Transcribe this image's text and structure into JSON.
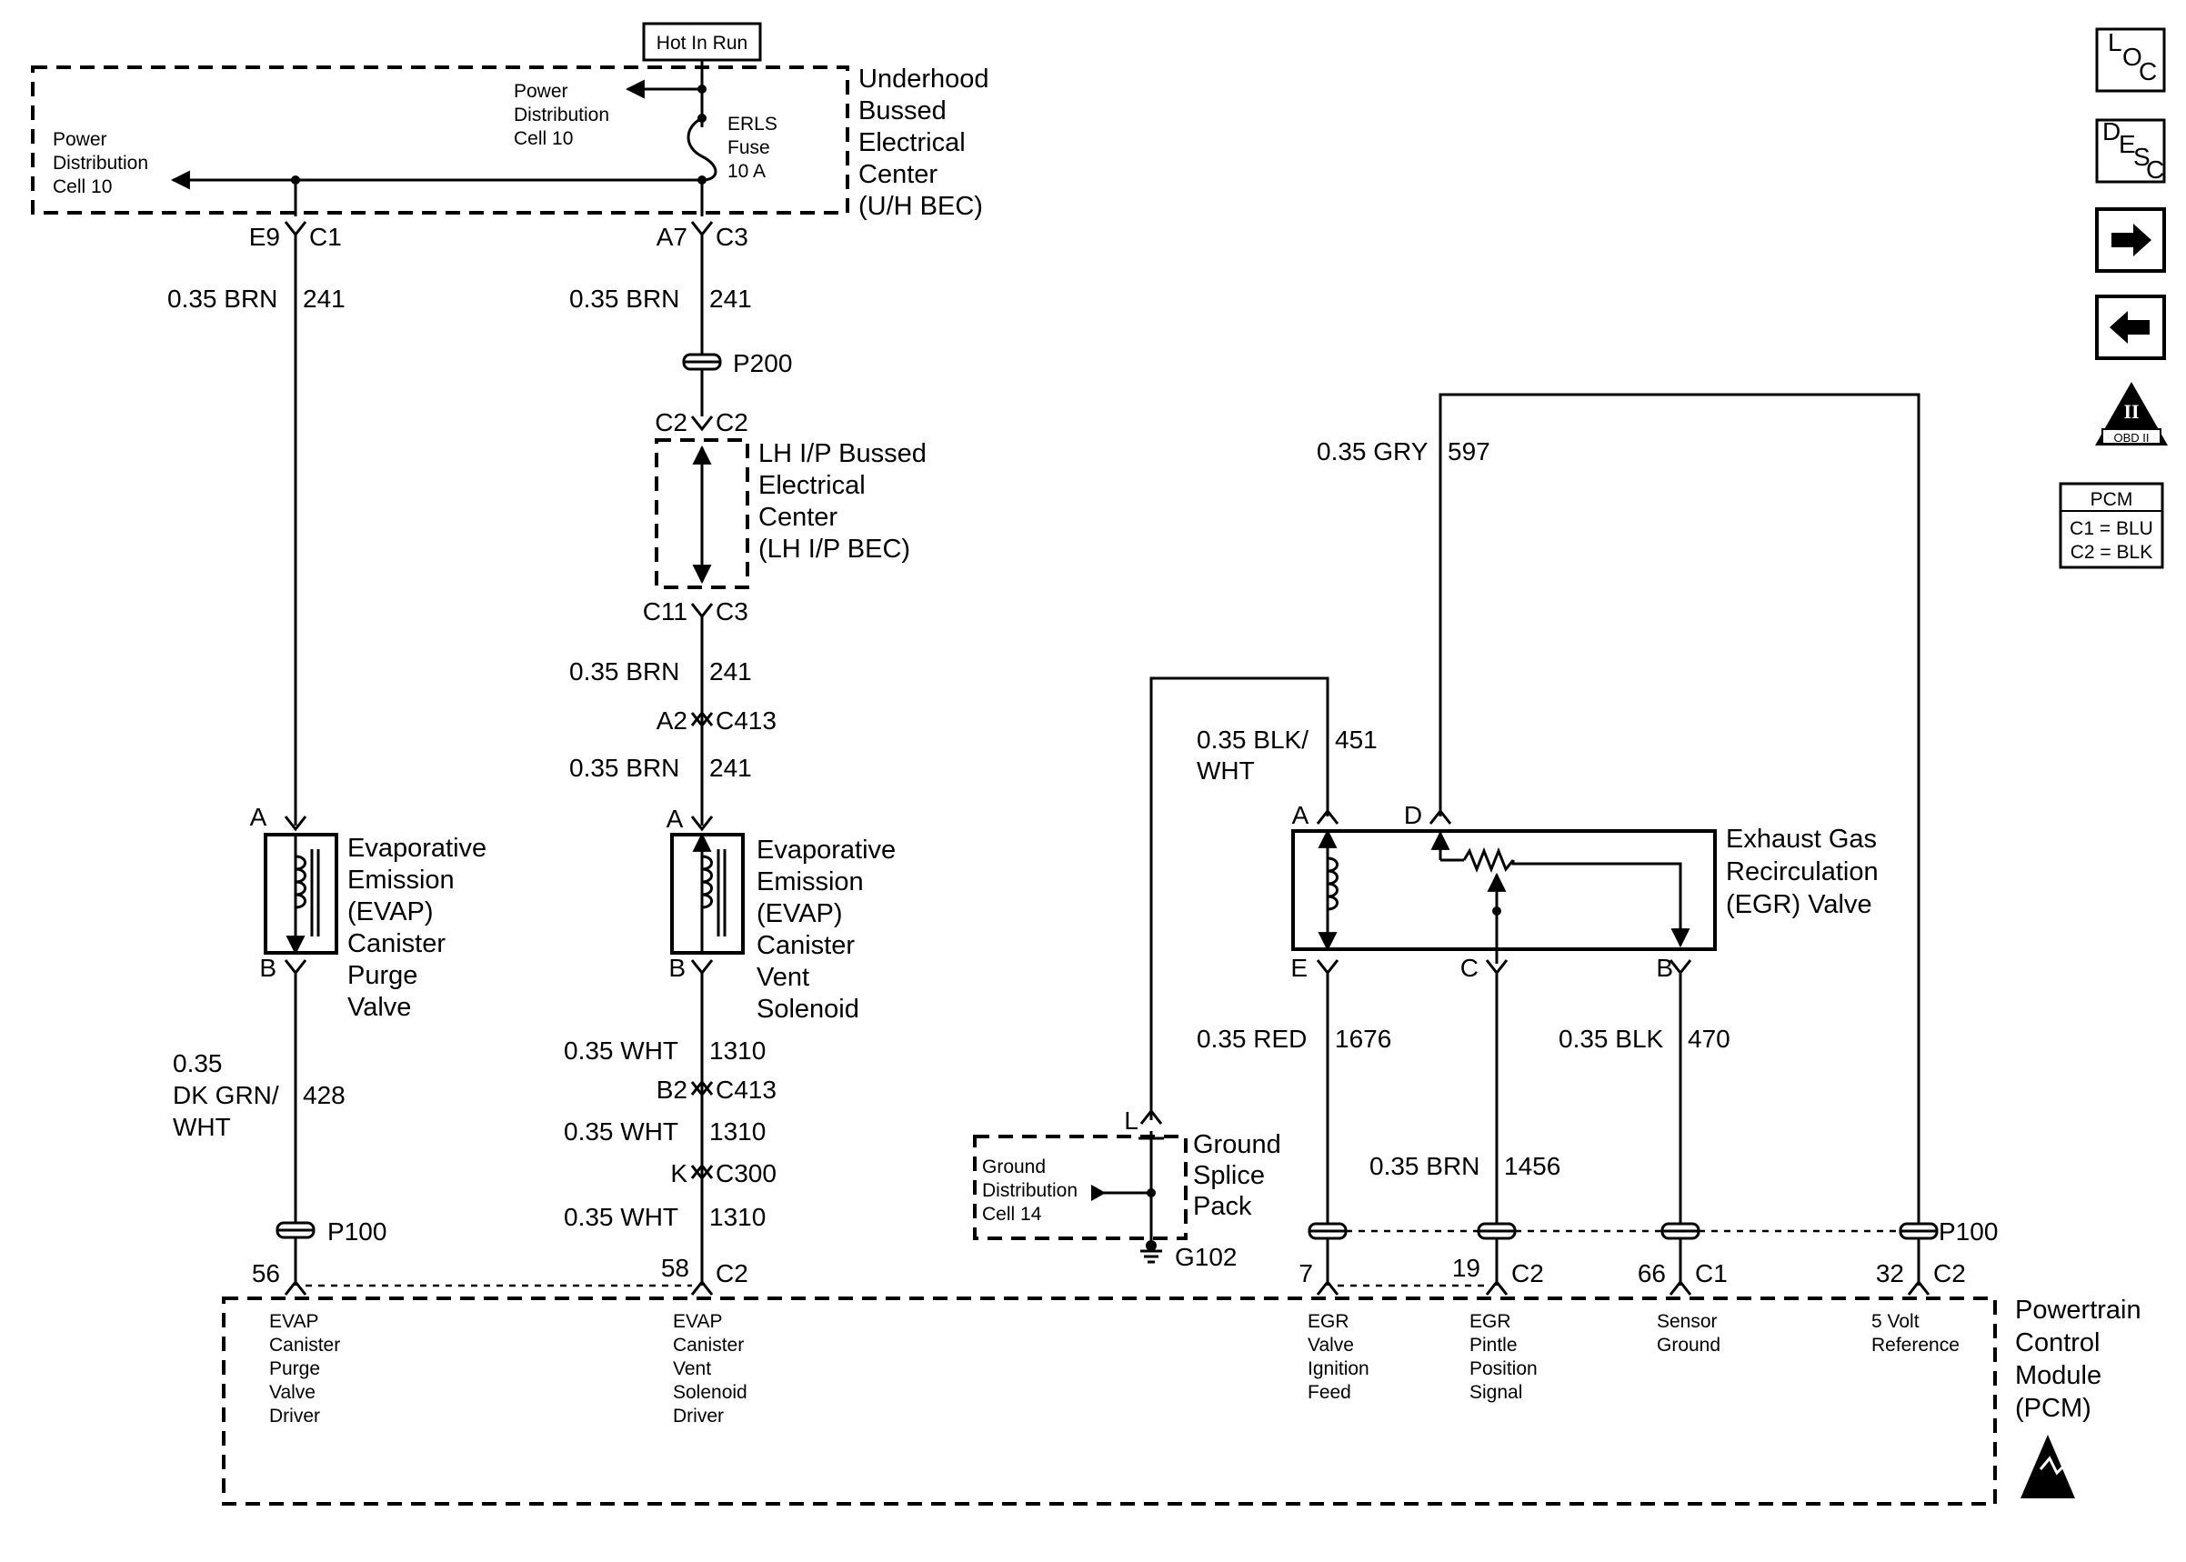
{
  "hot_in_run": "Hot In Run",
  "ubec": {
    "title_lines": [
      "Underhood",
      "Bussed",
      "Electrical",
      "Center",
      "(U/H BEC)"
    ],
    "pd_right_lines": [
      "Power",
      "Distribution",
      "Cell 10"
    ],
    "pd_left_lines": [
      "Power",
      "Distribution",
      "Cell 10"
    ],
    "fuse_lines": [
      "ERLS",
      "Fuse",
      "10 A"
    ],
    "conn_left_a": "E9",
    "conn_left_b": "C1",
    "conn_mid_a": "A7",
    "conn_mid_b": "C3"
  },
  "wires": {
    "left_top": {
      "gauge": "0.35 BRN",
      "circuit": "241"
    },
    "mid_top": {
      "gauge": "0.35 BRN",
      "circuit": "241"
    },
    "mid_2": {
      "gauge": "0.35 BRN",
      "circuit": "241"
    },
    "mid_3": {
      "gauge": "0.35 BRN",
      "circuit": "241"
    },
    "purge_out": {
      "gauge_lines": [
        "0.35",
        "DK GRN/",
        "WHT"
      ],
      "circuit": "428"
    },
    "vent_1": {
      "gauge": "0.35 WHT",
      "circuit": "1310"
    },
    "vent_2": {
      "gauge": "0.35 WHT",
      "circuit": "1310"
    },
    "vent_3": {
      "gauge": "0.35 WHT",
      "circuit": "1310"
    },
    "gry": {
      "gauge": "0.35 GRY",
      "circuit": "597"
    },
    "blk_wht": {
      "gauge_lines": [
        "0.35 BLK/",
        "WHT"
      ],
      "circuit": "451"
    },
    "red": {
      "gauge": "0.35 RED",
      "circuit": "1676"
    },
    "brn": {
      "gauge": "0.35 BRN",
      "circuit": "1456"
    },
    "blk": {
      "gauge": "0.35 BLK",
      "circuit": "470"
    }
  },
  "splices": {
    "p200": "P200",
    "p100_left": "P100",
    "p100_right": "P100"
  },
  "lhip": {
    "title_lines": [
      "LH I/P Bussed",
      "Electrical",
      "Center",
      "(LH I/P BEC)"
    ],
    "top_a": "C2",
    "top_b": "C2",
    "bot_a": "C11",
    "bot_b": "C3"
  },
  "inline": {
    "a2": "A2",
    "c413_top": "C413",
    "b2": "B2",
    "c413_bot": "C413",
    "k": "K",
    "c300": "C300"
  },
  "purge_valve": {
    "pin_top": "A",
    "pin_bot": "B",
    "name_lines": [
      "Evaporative",
      "Emission",
      "(EVAP)",
      "Canister",
      "Purge",
      "Valve"
    ]
  },
  "vent_solenoid": {
    "pin_top": "A",
    "pin_bot": "B",
    "name_lines": [
      "Evaporative",
      "Emission",
      "(EVAP)",
      "Canister",
      "Vent",
      "Solenoid"
    ]
  },
  "egr_valve": {
    "pin_a": "A",
    "pin_d": "D",
    "pin_e": "E",
    "pin_c": "C",
    "pin_b": "B",
    "name_lines": [
      "Exhaust Gas",
      "Recirculation",
      "(EGR) Valve"
    ]
  },
  "ground_splice": {
    "pin": "L",
    "name_lines": [
      "Ground",
      "Splice",
      "Pack"
    ],
    "dist_lines": [
      "Ground",
      "Distribution",
      "Cell 14"
    ],
    "ground": "G102"
  },
  "pcm": {
    "name_lines": [
      "Powertrain",
      "Control",
      "Module",
      "(PCM)"
    ],
    "pins": [
      {
        "num": "56",
        "conn": "",
        "desc_lines": [
          "EVAP",
          "Canister",
          "Purge",
          "Valve",
          "Driver"
        ]
      },
      {
        "num": "58",
        "conn": "C2",
        "desc_lines": [
          "EVAP",
          "Canister",
          "Vent",
          "Solenoid",
          "Driver"
        ]
      },
      {
        "num": "7",
        "conn": "",
        "desc_lines": [
          "EGR",
          "Valve",
          "Ignition",
          "Feed"
        ]
      },
      {
        "num": "19",
        "conn": "C2",
        "desc_lines": [
          "EGR",
          "Pintle",
          "Position",
          "Signal"
        ]
      },
      {
        "num": "66",
        "conn": "C1",
        "desc_lines": [
          "Sensor",
          "Ground"
        ]
      },
      {
        "num": "32",
        "conn": "C2",
        "desc_lines": [
          "5 Volt",
          "Reference"
        ]
      }
    ]
  },
  "side_icons": {
    "loc": [
      "L",
      "O",
      "C"
    ],
    "desc": [
      "D",
      "E",
      "S",
      "C"
    ],
    "obd": [
      "II",
      "OBD II"
    ],
    "forward_arrow": "arrow-right",
    "back_arrow": "arrow-left",
    "legend_title": "PCM",
    "legend_lines": [
      "C1 = BLU",
      "C2 = BLK"
    ]
  }
}
